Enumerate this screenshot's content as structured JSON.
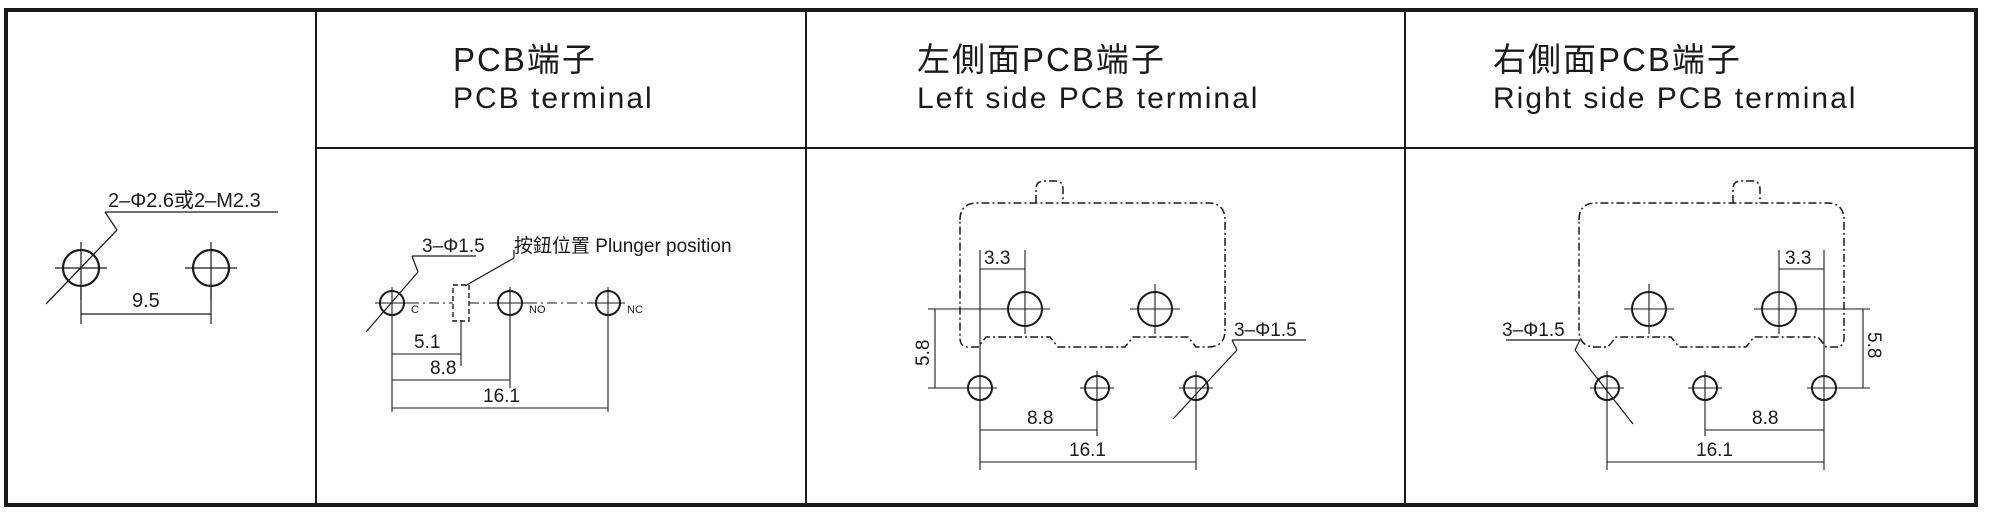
{
  "columns": [
    {
      "title_zh": "PCB端子",
      "title_en": "PCB terminal"
    },
    {
      "title_zh": "左側面PCB端子",
      "title_en": "Left side PCB terminal"
    },
    {
      "title_zh": "右側面PCB端子",
      "title_en": "Right side PCB terminal"
    }
  ],
  "hole_pattern": {
    "hole_spec": "2–Φ2.6或2–M2.3",
    "pitch": "9.5"
  },
  "pcb": {
    "hole_spec": "3–Φ1.5",
    "plunger_label": "按鈕位置 Plunger position",
    "terminal_c": "C",
    "terminal_no": "NO",
    "terminal_nc": "NC",
    "dim_c_plunger": "5.1",
    "dim_c_no": "8.8",
    "dim_c_nc": "16.1"
  },
  "left_side": {
    "dim_offset": "3.3",
    "dim_height": "5.8",
    "hole_spec": "3–Φ1.5",
    "dim_a": "8.8",
    "dim_b": "16.1"
  },
  "right_side": {
    "dim_offset": "3.3",
    "dim_height": "5.8",
    "hole_spec": "3–Φ1.5",
    "dim_a": "8.8",
    "dim_b": "16.1"
  }
}
